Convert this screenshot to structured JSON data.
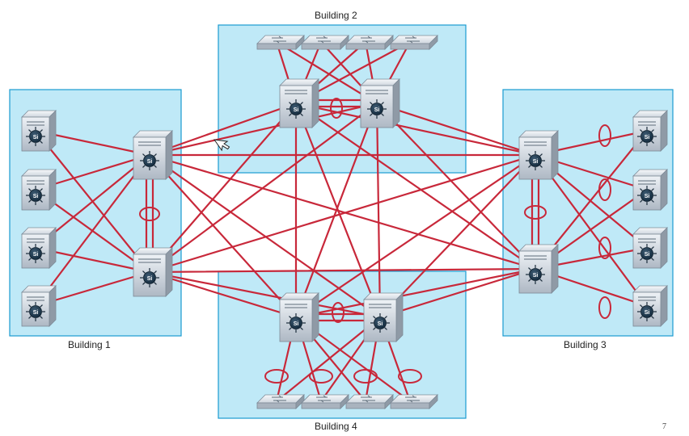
{
  "buildings": {
    "b1": {
      "label": "Building 1"
    },
    "b2": {
      "label": "Building 2"
    },
    "b3": {
      "label": "Building 3"
    },
    "b4": {
      "label": "Building 4"
    }
  },
  "page_number": "7",
  "device_badge": "Si",
  "colors": {
    "building_fill": "#bfe9f7",
    "building_stroke": "#1a9bd0",
    "link": "#c8283a"
  },
  "icons": {
    "l3_switch": "multilayer-switch-icon",
    "l2_switch": "workgroup-switch-icon",
    "cursor": "mouse-pointer-icon"
  }
}
